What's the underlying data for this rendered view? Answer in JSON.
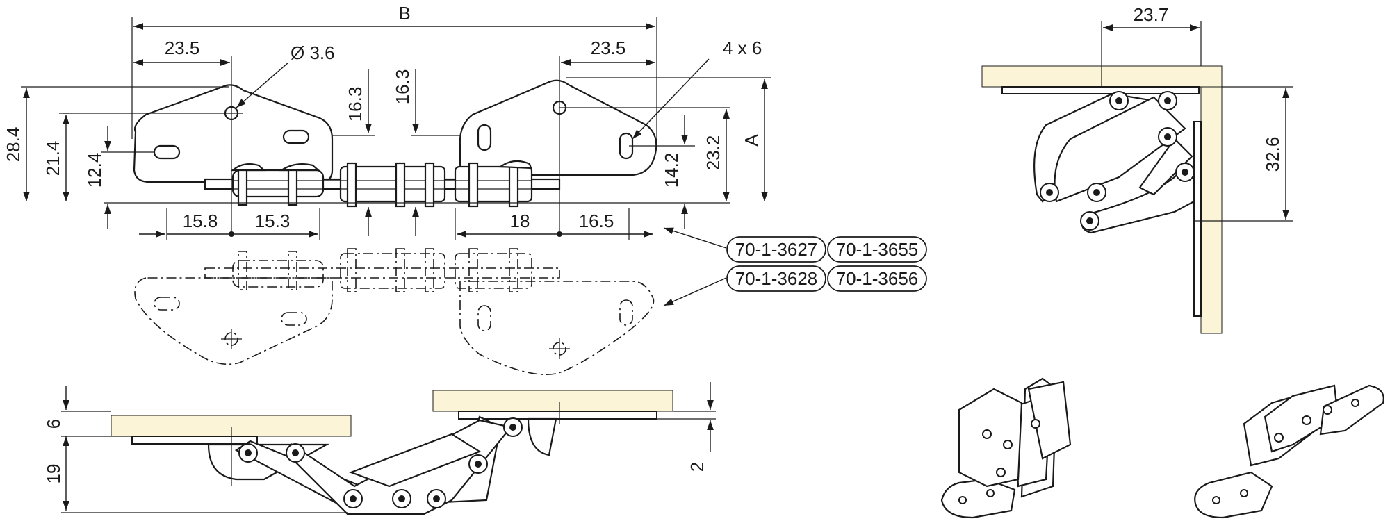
{
  "drawing": {
    "dimensions": {
      "overall_width": "B",
      "left_hole_offset": "23.5",
      "right_hole_offset": "23.5",
      "hole_diameter": "Ø 3.6",
      "slot_size": "4 x 6",
      "link_height_1": "16.3",
      "link_height_2": "16.3",
      "height_28_4": "28.4",
      "height_21_4": "21.4",
      "height_12_4": "12.4",
      "height_14_2": "14.2",
      "height_23_2": "23.2",
      "height_a": "A",
      "pitch_15_8": "15.8",
      "pitch_15_3": "15.3",
      "pitch_18": "18",
      "pitch_16_5": "16.5",
      "panel_thickness": "6",
      "hinge_depth": "19",
      "gap": "2",
      "side_width": "23.7",
      "side_height": "32.6"
    },
    "part_numbers": [
      {
        "code": "70-1-3627"
      },
      {
        "code": "70-1-3655"
      },
      {
        "code": "70-1-3628"
      },
      {
        "code": "70-1-3656"
      }
    ],
    "colors": {
      "wood": "#fbf4d6",
      "line": "#1a1a1a"
    }
  }
}
